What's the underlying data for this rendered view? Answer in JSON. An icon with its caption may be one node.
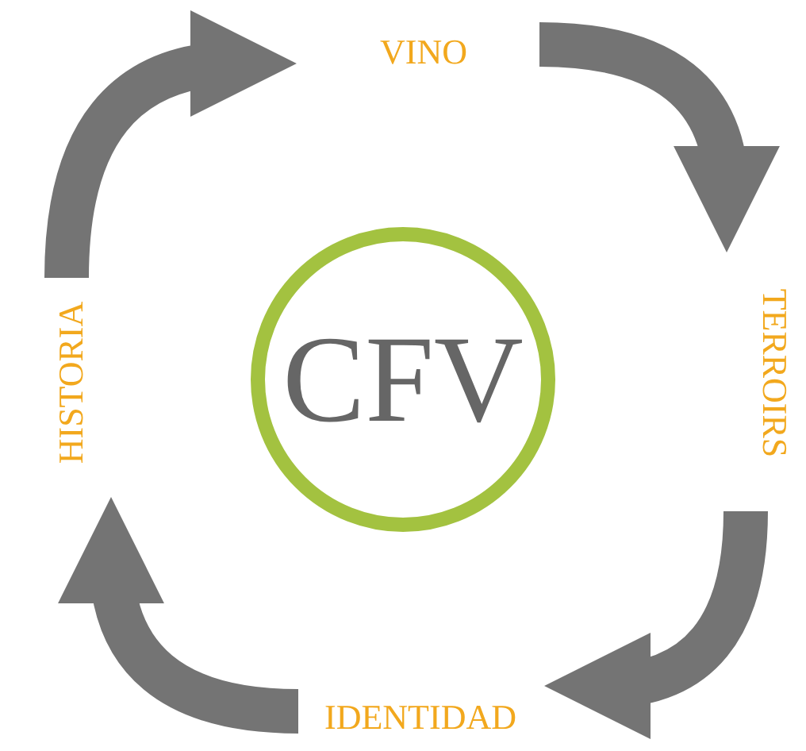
{
  "diagram": {
    "nodes": [
      {
        "text": [
          "CFV"
        ]
      },
      {
        "text": [
          "VINO"
        ]
      },
      {
        "text": [
          "TERROIRS"
        ]
      },
      {
        "text": [
          "IDENTIDAD"
        ]
      },
      {
        "text": [
          "HISTORIA"
        ]
      }
    ],
    "edges": [
      {
        "from": 1,
        "to": 2,
        "arrow": "to"
      },
      {
        "from": 2,
        "to": 3,
        "arrow": "to"
      },
      {
        "from": 3,
        "to": 4,
        "arrow": "to"
      },
      {
        "from": 4,
        "to": 1,
        "arrow": "to"
      }
    ]
  }
}
